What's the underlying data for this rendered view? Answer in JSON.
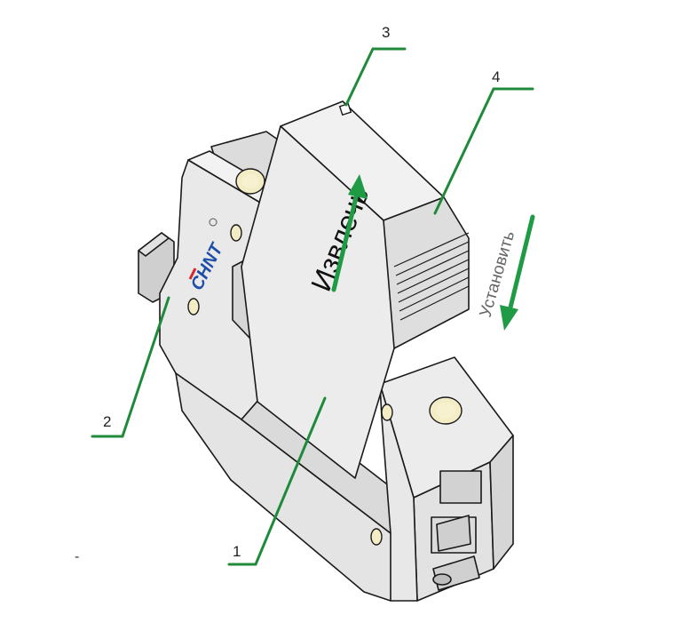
{
  "callouts": {
    "c1": "1",
    "c2": "2",
    "c3": "3",
    "c4": "4"
  },
  "actions": {
    "remove": "Извлечь",
    "install": "Установить"
  },
  "brand": {
    "logo_text": "CHNT"
  },
  "footnote": {
    "mark": "-"
  },
  "colors": {
    "leader_green": "#1f8a3a",
    "arrow_green": "#1f9a45",
    "body_fill": "#e6e6e6",
    "body_stroke": "#1a1a1a",
    "terminal_yellow": "#f3ecc4",
    "logo_blue": "#1e4fa8",
    "logo_red": "#d8262b"
  }
}
